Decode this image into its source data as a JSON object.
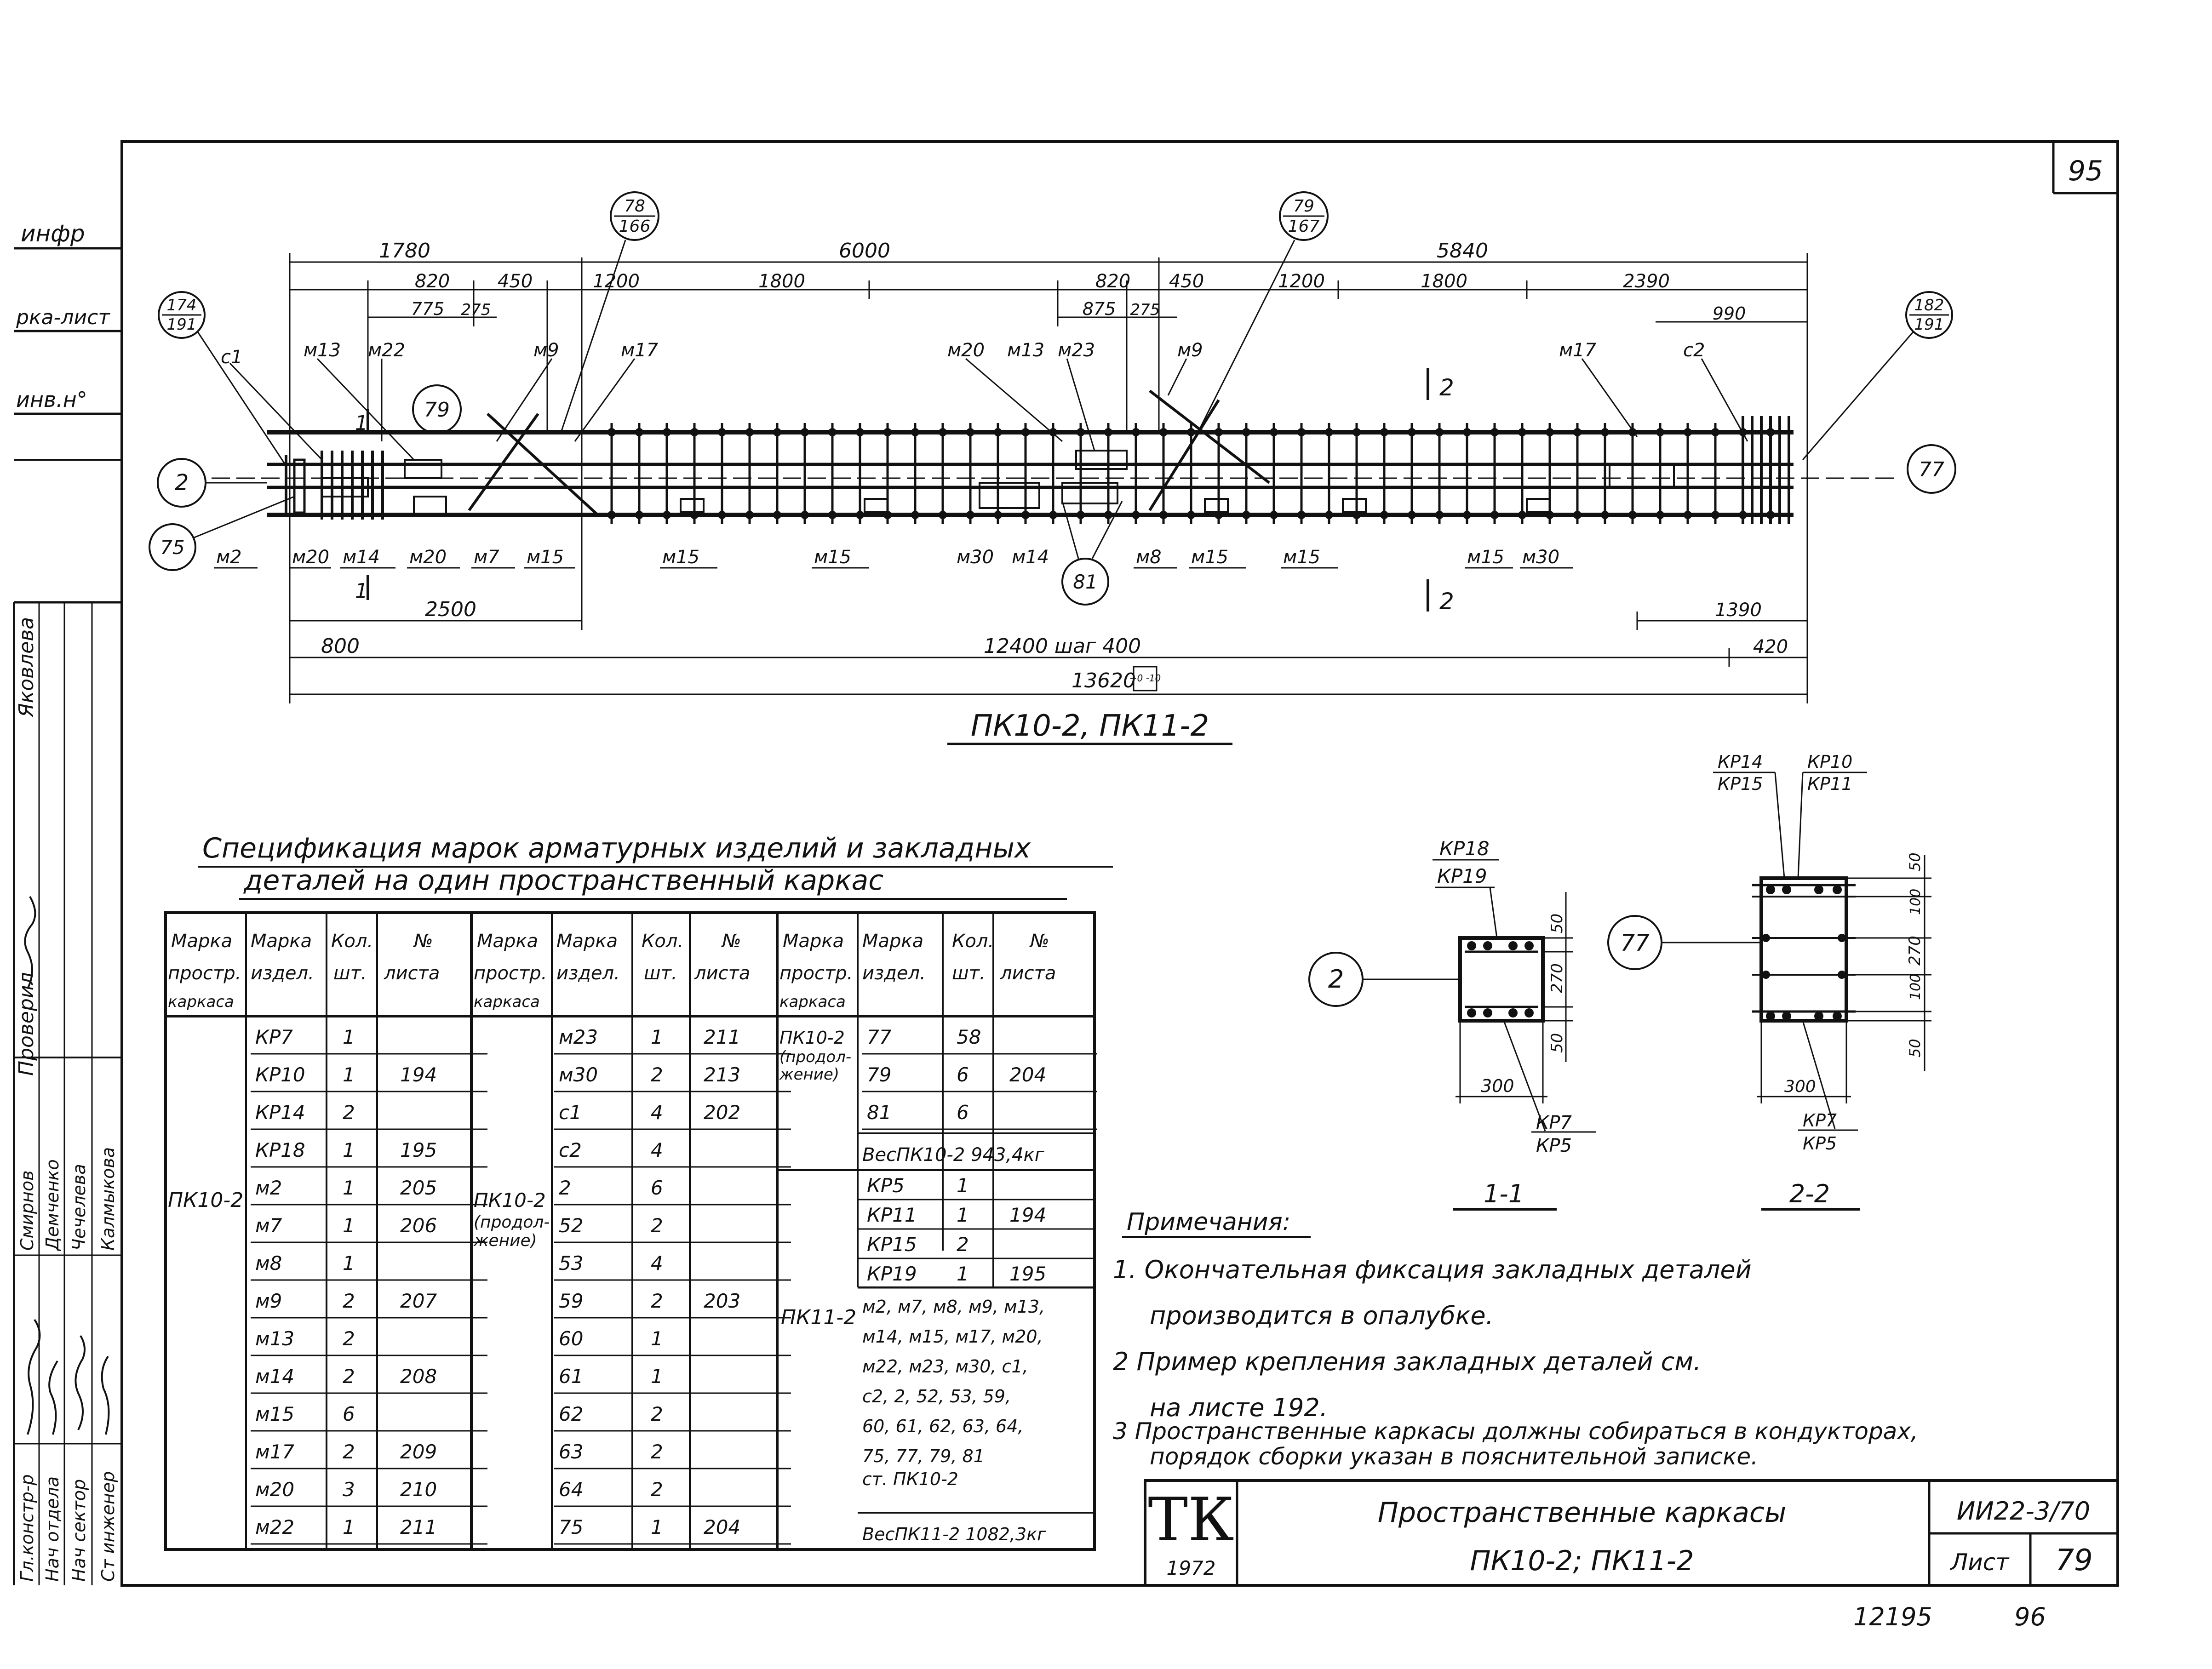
{
  "sheet": {
    "corner_number": "95",
    "bottom_number_left": "12195",
    "bottom_number_right": "96"
  },
  "left_strip": {
    "top_labels": [
      "инфр",
      "рка-лист",
      "инв.н°"
    ],
    "role_labels": [
      "Гл.констр-р",
      "Нач отдела",
      "Нач сектор",
      "Ст инженер"
    ],
    "names": [
      "Смирнов",
      "Демченко",
      "Чечелева",
      "Калмыкова"
    ],
    "checked_by": "Проверил",
    "checked_name": "Яковлева"
  },
  "drawing": {
    "dims_top": [
      "1780",
      "6000",
      "5840"
    ],
    "dims_row2": [
      "820",
      "450",
      "1200",
      "1800",
      "820",
      "450",
      "1200",
      "1800",
      "2390"
    ],
    "dims_row3": [
      "775",
      "275",
      "875",
      "275",
      "990"
    ],
    "dims_bottom": [
      "2500",
      "1390",
      "800",
      "12400 шаг 400",
      "420",
      "13620"
    ],
    "tolerance": "+0 -10",
    "callouts": [
      {
        "top": "78",
        "bottom": "166"
      },
      {
        "top": "79",
        "bottom": "167"
      },
      {
        "top": "174",
        "bottom": "191"
      },
      {
        "top": "182",
        "bottom": "191"
      }
    ],
    "single_callouts": [
      "79",
      "2",
      "75",
      "81",
      "77"
    ],
    "top_labels": [
      "с1",
      "м13",
      "м22",
      "м9",
      "м17",
      "м20",
      "м13",
      "м23",
      "м9",
      "м17",
      "с2"
    ],
    "bottom_labels": [
      "м2",
      "м20",
      "м14",
      "м20",
      "м7",
      "м15",
      "м15",
      "м15",
      "м30",
      "м14",
      "м8",
      "м15",
      "м15",
      "м15",
      "м30"
    ],
    "section_marks": [
      "1",
      "1",
      "2",
      "2"
    ],
    "title": "ПК10-2, ПК11-2"
  },
  "spec": {
    "title_line1": "Спецификация марок арматурных изделий и закладных",
    "title_line2": "деталей на один пространственный каркас",
    "headers": [
      "Марка простр. каркаса",
      "Марка издел.",
      "Кол. шт.",
      "№ листа"
    ],
    "header_lines": [
      [
        "Марка",
        "простр.",
        "каркаса"
      ],
      [
        "Марка",
        "издел."
      ],
      [
        "Кол.",
        "шт."
      ],
      [
        "№",
        "листа"
      ]
    ],
    "group1": {
      "frame": "ПК10-2",
      "rows": [
        [
          "КР7",
          "1",
          ""
        ],
        [
          "КР10",
          "1",
          "194"
        ],
        [
          "КР14",
          "2",
          ""
        ],
        [
          "КР18",
          "1",
          "195"
        ],
        [
          "м2",
          "1",
          "205"
        ],
        [
          "м7",
          "1",
          "206"
        ],
        [
          "м8",
          "1",
          ""
        ],
        [
          "м9",
          "2",
          "207"
        ],
        [
          "м13",
          "2",
          ""
        ],
        [
          "м14",
          "2",
          "208"
        ],
        [
          "м15",
          "6",
          ""
        ],
        [
          "м17",
          "2",
          "209"
        ],
        [
          "м20",
          "3",
          "210"
        ],
        [
          "м22",
          "1",
          "211"
        ]
      ]
    },
    "group2": {
      "frame": "ПК10-2 (продолжение)",
      "rows": [
        [
          "м23",
          "1",
          "211"
        ],
        [
          "м30",
          "2",
          "213"
        ],
        [
          "с1",
          "4",
          "202"
        ],
        [
          "с2",
          "4",
          ""
        ],
        [
          "2",
          "6",
          ""
        ],
        [
          "52",
          "2",
          ""
        ],
        [
          "53",
          "4",
          ""
        ],
        [
          "59",
          "2",
          "203"
        ],
        [
          "60",
          "1",
          ""
        ],
        [
          "61",
          "1",
          ""
        ],
        [
          "62",
          "2",
          ""
        ],
        [
          "63",
          "2",
          ""
        ],
        [
          "64",
          "2",
          ""
        ],
        [
          "75",
          "1",
          "204"
        ]
      ]
    },
    "group3": {
      "frame_a": "ПК10-2 (продолжение)",
      "rows_a": [
        [
          "77",
          "58",
          ""
        ],
        [
          "79",
          "6",
          "204"
        ],
        [
          "81",
          "6",
          ""
        ]
      ],
      "weight_a": "ВесПК10-2    943,4кг",
      "frame_b": "ПК11-2",
      "rows_b": [
        [
          "КР5",
          "1",
          ""
        ],
        [
          "КР11",
          "1",
          "194"
        ],
        [
          "КР15",
          "2",
          ""
        ],
        [
          "КР19",
          "1",
          "195"
        ]
      ],
      "list_text": [
        "м2, м7, м8, м9, м13,",
        "м14, м15, м17, м20,",
        "м22, м23, м30, с1,",
        "с2, 2, 52, 53, 59,",
        "60, 61, 62, 63, 64,",
        "75, 77, 79, 81",
        "ст. ПК10-2"
      ],
      "weight_b": "ВесПК11-2   1082,3кг"
    }
  },
  "sections": {
    "s1": {
      "labels_top": [
        "КР18",
        "КР19"
      ],
      "dims": [
        "50",
        "270",
        "50",
        "300"
      ],
      "labels_bottom": [
        "КР7",
        "КР5"
      ],
      "callout": "2",
      "title": "1-1"
    },
    "s2": {
      "labels_top": [
        "КР14",
        "КР15",
        "КР10",
        "КР11"
      ],
      "dims": [
        "50",
        "100",
        "270",
        "100",
        "50",
        "300"
      ],
      "labels_bottom": [
        "КР7",
        "КР5"
      ],
      "callout": "77",
      "title": "2-2"
    }
  },
  "notes": {
    "heading": "Примечания:",
    "items": [
      "1. Окончательная фиксация закладных деталей",
      "производится в опалубке.",
      "2 Пример крепления закладных деталей см.",
      "на листе 192.",
      "3 Пространственные каркасы должны собираться в кондукторах,",
      "порядок сборки указан в пояснительной записке."
    ]
  },
  "title_block": {
    "logo": "ТК",
    "year": "1972",
    "title": "Пространственные каркасы",
    "subtitle": "ПК10-2; ПК11-2",
    "code": "ИИ22-3/70",
    "sheet_label": "Лист",
    "sheet_number": "79"
  }
}
